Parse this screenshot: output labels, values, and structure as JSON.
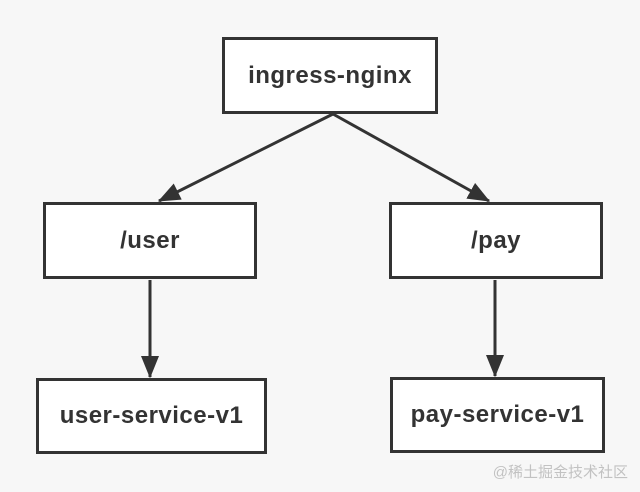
{
  "diagram": {
    "background_color": "#f7f7f7",
    "node_fill_color": "#ffffff",
    "node_border_color": "#333333",
    "node_text_color": "#333333",
    "edge_color": "#333333",
    "nodes": [
      {
        "id": "ingress-nginx",
        "label": "ingress-nginx"
      },
      {
        "id": "user-route",
        "label": "/user"
      },
      {
        "id": "pay-route",
        "label": "/pay"
      },
      {
        "id": "user-service-v1",
        "label": "user-service-v1"
      },
      {
        "id": "pay-service-v1",
        "label": "pay-service-v1"
      }
    ],
    "edges": [
      {
        "from": "ingress-nginx",
        "to": "user-route"
      },
      {
        "from": "ingress-nginx",
        "to": "pay-route"
      },
      {
        "from": "user-route",
        "to": "user-service-v1"
      },
      {
        "from": "pay-route",
        "to": "pay-service-v1"
      }
    ]
  },
  "watermark": {
    "text": "@稀土掘金技术社区",
    "color": "#c2c2c2"
  }
}
